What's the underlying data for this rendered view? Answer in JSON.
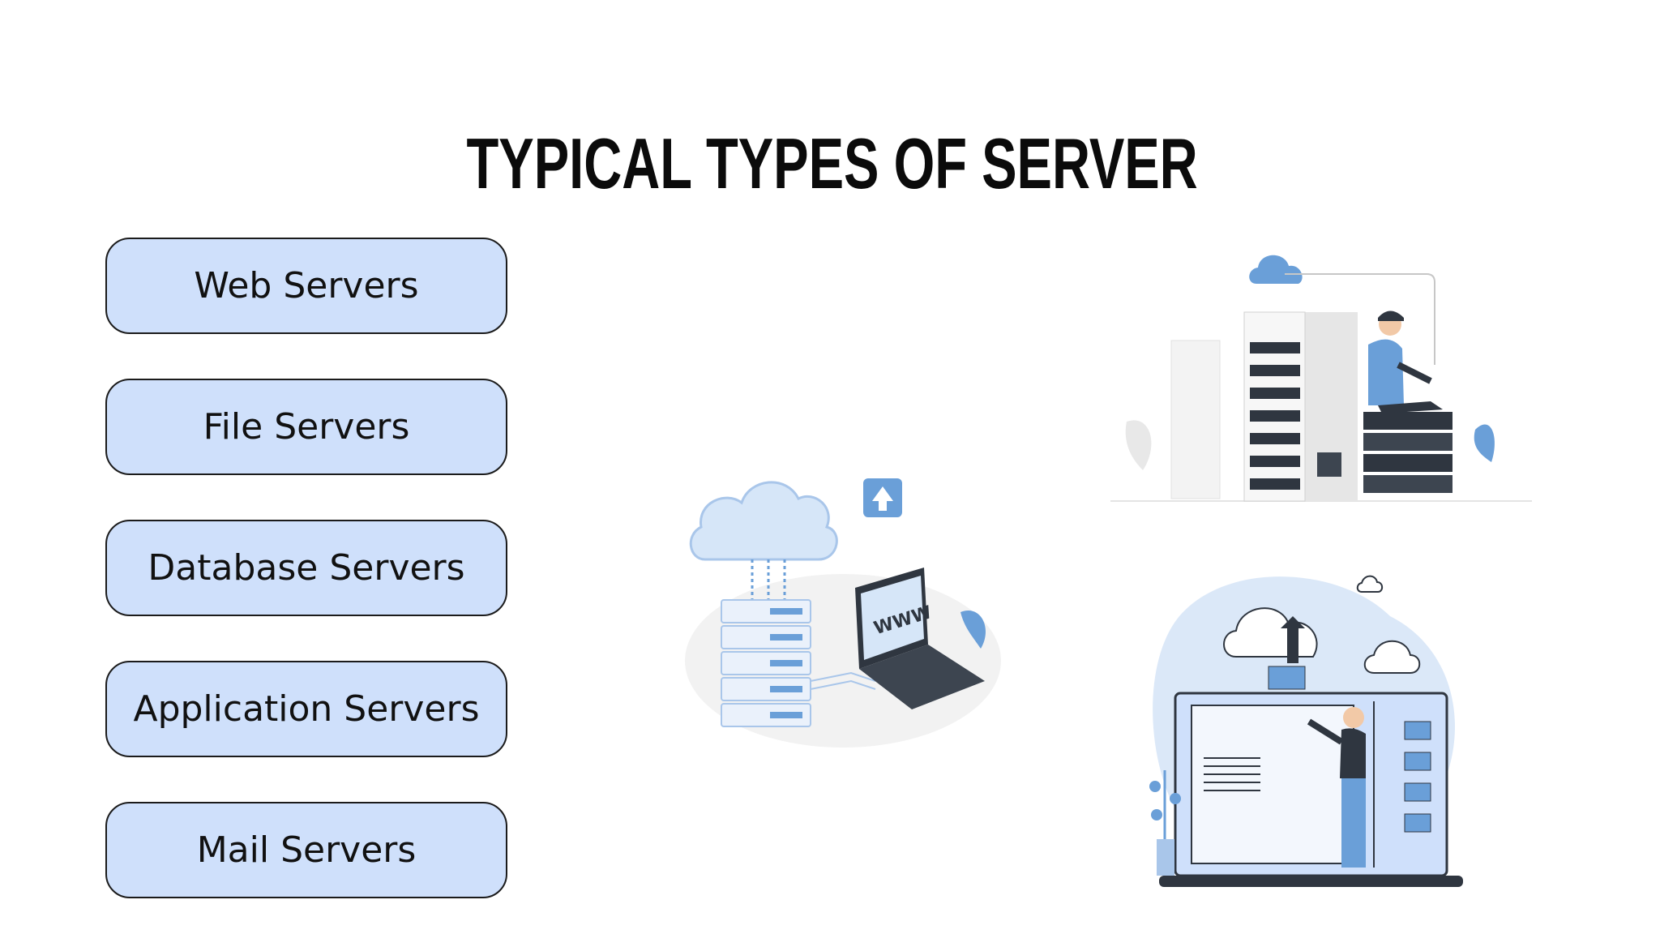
{
  "title": "TYPICAL TYPES OF SERVER",
  "server_types": [
    {
      "label": "Web Servers"
    },
    {
      "label": "File Servers"
    },
    {
      "label": "Database Servers"
    },
    {
      "label": "Application Servers"
    },
    {
      "label": "Mail Servers"
    }
  ],
  "illustrations": {
    "cloud_laptop": {
      "icon": "cloud-server-laptop-illustration",
      "screen_text": "WWW"
    },
    "server_rack": {
      "icon": "person-on-server-rack-illustration"
    },
    "file_upload": {
      "icon": "person-uploading-files-illustration"
    }
  },
  "colors": {
    "pill_fill": "#cfe0fb",
    "accent_blue": "#6a9fd8",
    "dark": "#2f3640"
  }
}
